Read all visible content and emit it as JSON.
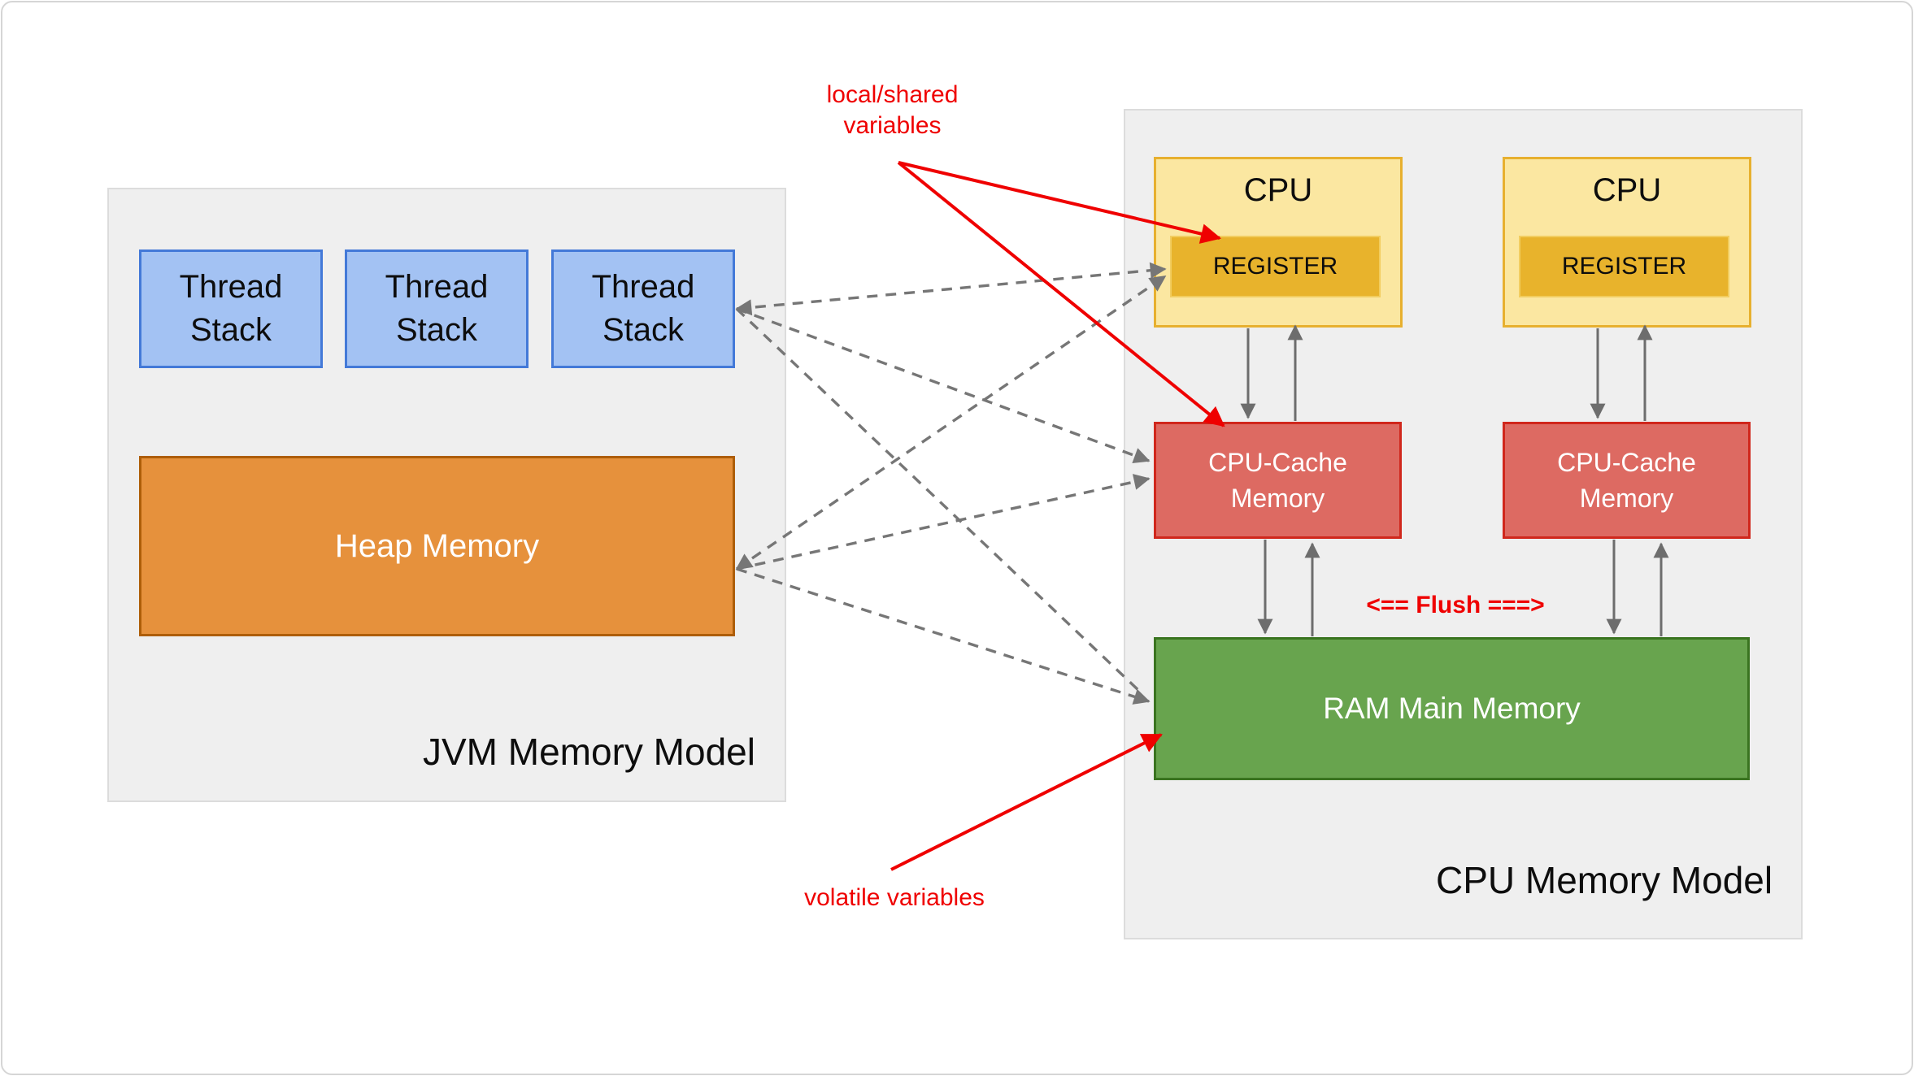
{
  "colors": {
    "panel-fill": "#efefef",
    "panel-border": "#dcdcdc",
    "blue-fill": "#a3c2f3",
    "blue-border": "#4379d8",
    "orange-fill": "#e6913c",
    "orange-border": "#ae5e08",
    "yellow-fill": "#fbe7a1",
    "yellow-border": "#e7b02f",
    "gold-fill": "#e8b32c",
    "gold-border": "#f2cd5f",
    "red-fill": "#dd6a62",
    "red-border": "#d0271c",
    "green-fill": "#68a44e",
    "green-border": "#3a7420",
    "arrow-gray": "#6d6d6d",
    "arrow-dash": "#767676",
    "accent-red": "#ef0000",
    "text-dark": "#0d0d0d",
    "text-light": "#ffffff"
  },
  "jvm_panel": {
    "title": "JVM Memory Model",
    "thread_stacks": [
      {
        "label": "Thread Stack"
      },
      {
        "label": "Thread Stack"
      },
      {
        "label": "Thread Stack"
      }
    ],
    "heap": {
      "label": "Heap Memory"
    }
  },
  "cpu_panel": {
    "title": "CPU Memory Model",
    "cpus": [
      {
        "label": "CPU",
        "register": "REGISTER"
      },
      {
        "label": "CPU",
        "register": "REGISTER"
      }
    ],
    "caches": [
      {
        "label": "CPU-Cache Memory"
      },
      {
        "label": "CPU-Cache Memory"
      }
    ],
    "ram": {
      "label": "RAM Main Memory"
    },
    "flush_label": "<== Flush ===>"
  },
  "annotations": {
    "local_shared_label": "local/shared\nvariables",
    "volatile_label": "volatile variables"
  }
}
